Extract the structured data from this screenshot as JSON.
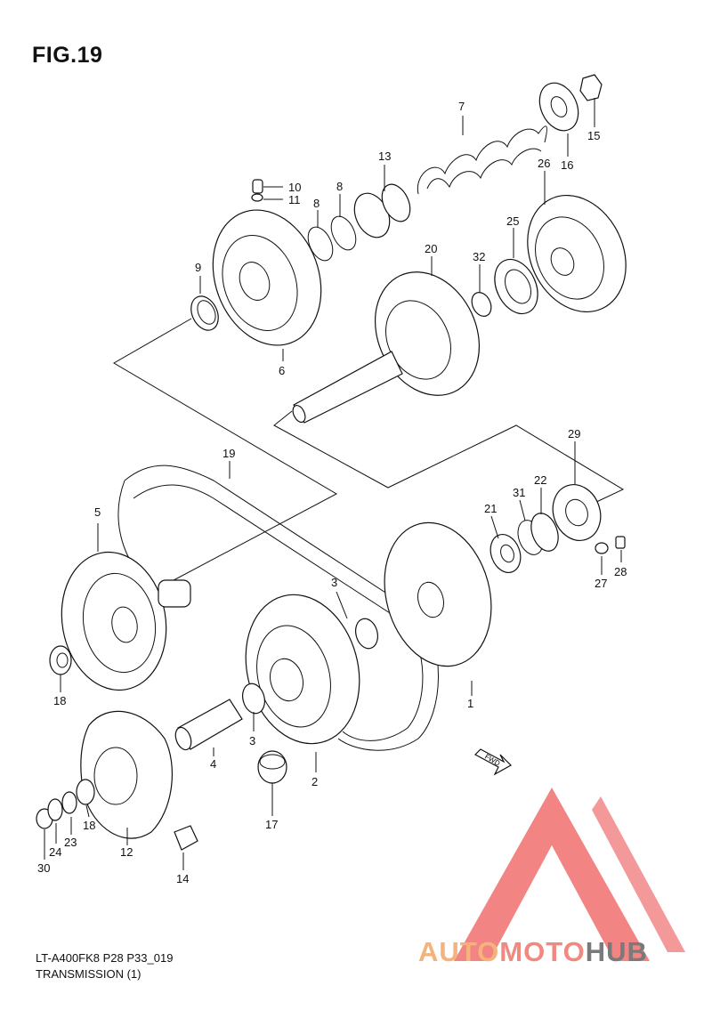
{
  "figure": {
    "title": "FIG.19"
  },
  "callouts": [
    {
      "id": "c1",
      "label": "1"
    },
    {
      "id": "c2",
      "label": "2"
    },
    {
      "id": "c3a",
      "label": "3"
    },
    {
      "id": "c3b",
      "label": "3"
    },
    {
      "id": "c4",
      "label": "4"
    },
    {
      "id": "c5",
      "label": "5"
    },
    {
      "id": "c6",
      "label": "6"
    },
    {
      "id": "c7",
      "label": "7"
    },
    {
      "id": "c8a",
      "label": "8"
    },
    {
      "id": "c8b",
      "label": "8"
    },
    {
      "id": "c9",
      "label": "9"
    },
    {
      "id": "c10",
      "label": "10"
    },
    {
      "id": "c11",
      "label": "11"
    },
    {
      "id": "c12",
      "label": "12"
    },
    {
      "id": "c13",
      "label": "13"
    },
    {
      "id": "c14",
      "label": "14"
    },
    {
      "id": "c15",
      "label": "15"
    },
    {
      "id": "c16",
      "label": "16"
    },
    {
      "id": "c17",
      "label": "17"
    },
    {
      "id": "c18a",
      "label": "18"
    },
    {
      "id": "c18b",
      "label": "18"
    },
    {
      "id": "c19",
      "label": "19"
    },
    {
      "id": "c20",
      "label": "20"
    },
    {
      "id": "c21",
      "label": "21"
    },
    {
      "id": "c22",
      "label": "22"
    },
    {
      "id": "c23",
      "label": "23"
    },
    {
      "id": "c24",
      "label": "24"
    },
    {
      "id": "c25",
      "label": "25"
    },
    {
      "id": "c26",
      "label": "26"
    },
    {
      "id": "c27",
      "label": "27"
    },
    {
      "id": "c28",
      "label": "28"
    },
    {
      "id": "c29",
      "label": "29"
    },
    {
      "id": "c30",
      "label": "30"
    },
    {
      "id": "c31",
      "label": "31"
    },
    {
      "id": "c32",
      "label": "32"
    }
  ],
  "footer": {
    "model_code": "LT-A400FK8 P28 P33_019",
    "section": "TRANSMISSION (1)"
  },
  "watermark": {
    "part1": "AUTO",
    "part2": "MOTO",
    "part3": "HUB",
    "colors": {
      "auto": "#f5b27a",
      "moto": "#f08a80",
      "hub": "#7a7a7a",
      "triangle": "#f06e6e"
    }
  }
}
